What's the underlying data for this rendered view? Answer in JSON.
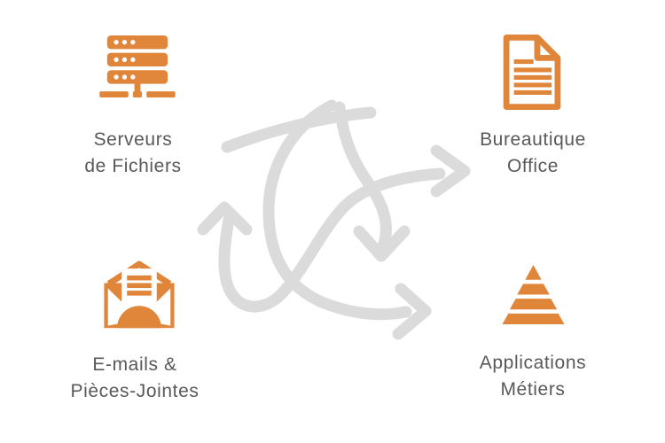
{
  "colors": {
    "accent": "#e0863b",
    "arrows": "#dbdbdb",
    "text": "#58595b",
    "background": "#ffffff"
  },
  "diagram": {
    "nodes": [
      {
        "id": "serveurs-de-fichiers",
        "icon": "server-stack-icon",
        "line1": "Serveurs",
        "line2": "de Fichiers"
      },
      {
        "id": "bureautique-office",
        "icon": "document-icon",
        "line1": "Bureautique",
        "line2": "Office"
      },
      {
        "id": "emails-pieces-jointes",
        "icon": "open-envelope-icon",
        "line1": "E-mails &",
        "line2": "Pièces-Jointes"
      },
      {
        "id": "applications-metiers",
        "icon": "layered-pyramid-icon",
        "line1": "Applications",
        "line2": "Métiers"
      }
    ],
    "center_graphic": {
      "name": "tangled-arrows",
      "arrowheads": [
        "right-toward-bureautique",
        "down-center",
        "up-left",
        "right-toward-applications"
      ]
    }
  }
}
